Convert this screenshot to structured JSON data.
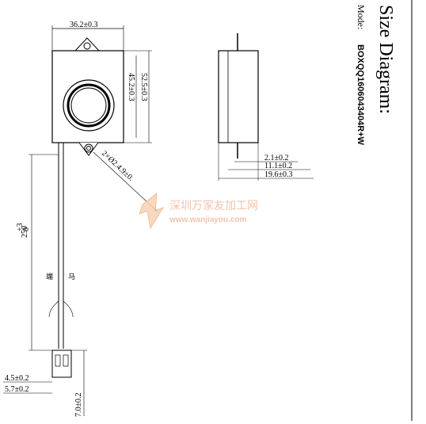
{
  "title": "Size Diagram:",
  "mode_label": "Mode:",
  "model": "BOXQQ1606043404R+W",
  "dims": {
    "width_top": "36.2±0.3",
    "inner_h": "45.2±0.3",
    "outer_h": "52.5±0.3",
    "hole": "2×Ø2.4.9±0.",
    "lead_len_main": "250",
    "lead_len_tol": "+3",
    "lead_len_tol2": "0",
    "conn_4_5": "4.5±0.2",
    "conn_5_7": "5.7±0.2",
    "conn_7_0": "7.0±0.2",
    "side_2_1": "2.1±0.2",
    "side_11_1": "11.1±0.2",
    "side_19_6": "19.6±0.3"
  },
  "wire_labels": {
    "left": "端",
    "right": "马"
  },
  "watermark": {
    "cn": "深圳万家友加工网",
    "en": "www.wanjiayou.com"
  }
}
